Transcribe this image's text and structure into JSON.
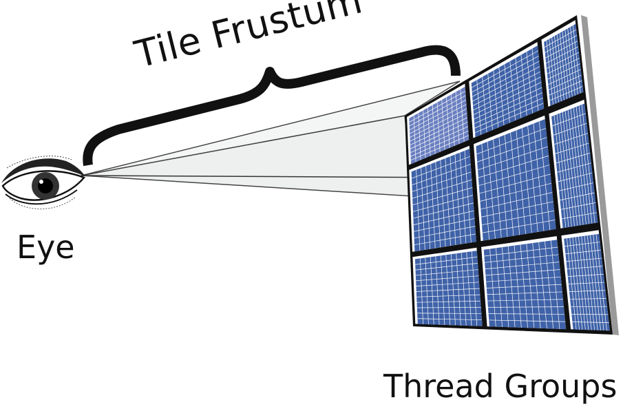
{
  "labels": {
    "title": "Tile Frustum",
    "eye": "Eye",
    "groups": "Thread Groups"
  },
  "icons": {
    "eye": "eye-icon",
    "brace": "curly-brace"
  },
  "colors": {
    "tile": "#3f62a8",
    "highlight_tile": "#6a7fc0",
    "frustum": "#eef0f0",
    "separator": "#111111",
    "background": "#ffffff"
  },
  "grid": {
    "tile_rows": 3,
    "tile_cols": 3,
    "cells_per_tile": 12,
    "highlighted_tile": [
      0,
      0
    ]
  }
}
